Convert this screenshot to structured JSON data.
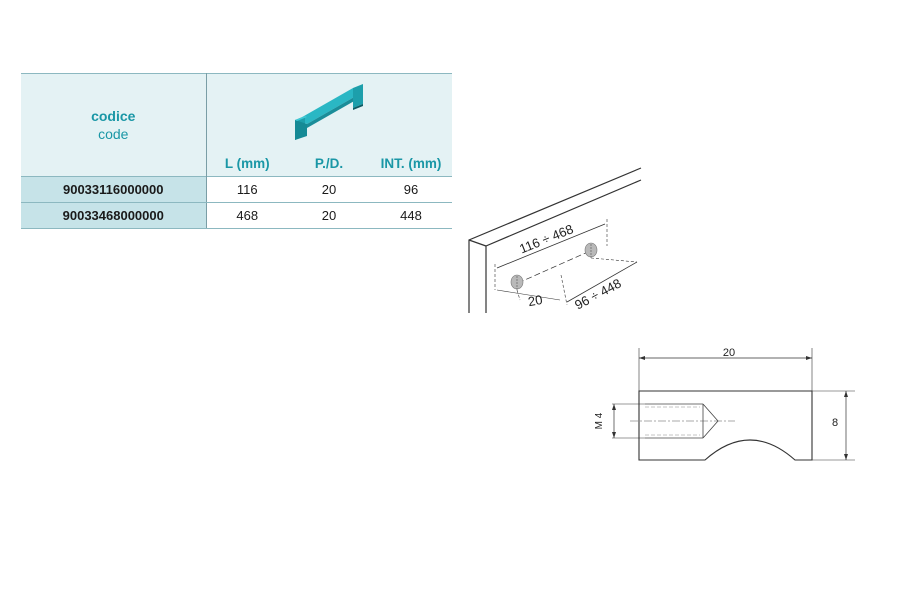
{
  "table": {
    "code_header": {
      "line1": "codice",
      "line2": "code"
    },
    "columns": [
      "L (mm)",
      "P./D.",
      "INT. (mm)"
    ],
    "rows": [
      {
        "code": "90033116000000",
        "L": "116",
        "PD": "20",
        "INT": "96"
      },
      {
        "code": "90033468000000",
        "L": "468",
        "PD": "20",
        "INT": "448"
      }
    ]
  },
  "install_drawing": {
    "label_length": "116 ÷ 468",
    "label_offset": "20",
    "label_spacing": "96 ÷ 448"
  },
  "profile_drawing": {
    "label_width": "20",
    "label_height": "8",
    "label_thread": "M 4"
  },
  "colors": {
    "accent": "#1a97a6",
    "header_bg": "#e4f2f4",
    "code_bg": "#c6e3e8"
  }
}
